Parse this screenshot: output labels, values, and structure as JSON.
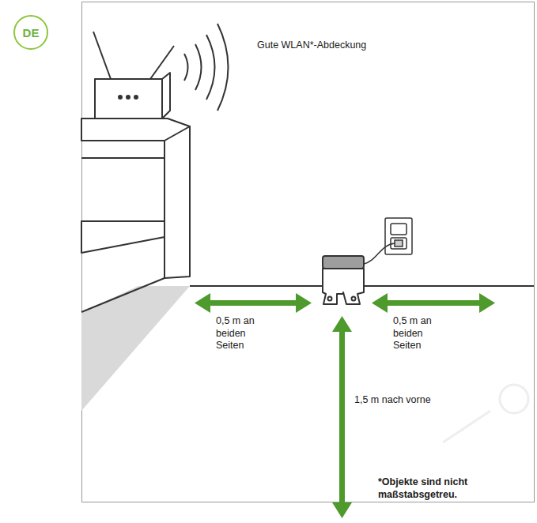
{
  "diagram": {
    "nodes": [
      {
        "text": [
          "DE"
        ]
      }
    ],
    "labels": [
      "Gute WLAN*-Abdeckung",
      "0,5 m an beiden Seiten",
      "0,5 m an beiden Seiten",
      "1,5 m nach vorne",
      "*Objekte sind nicht maßstabsgetreu."
    ]
  }
}
